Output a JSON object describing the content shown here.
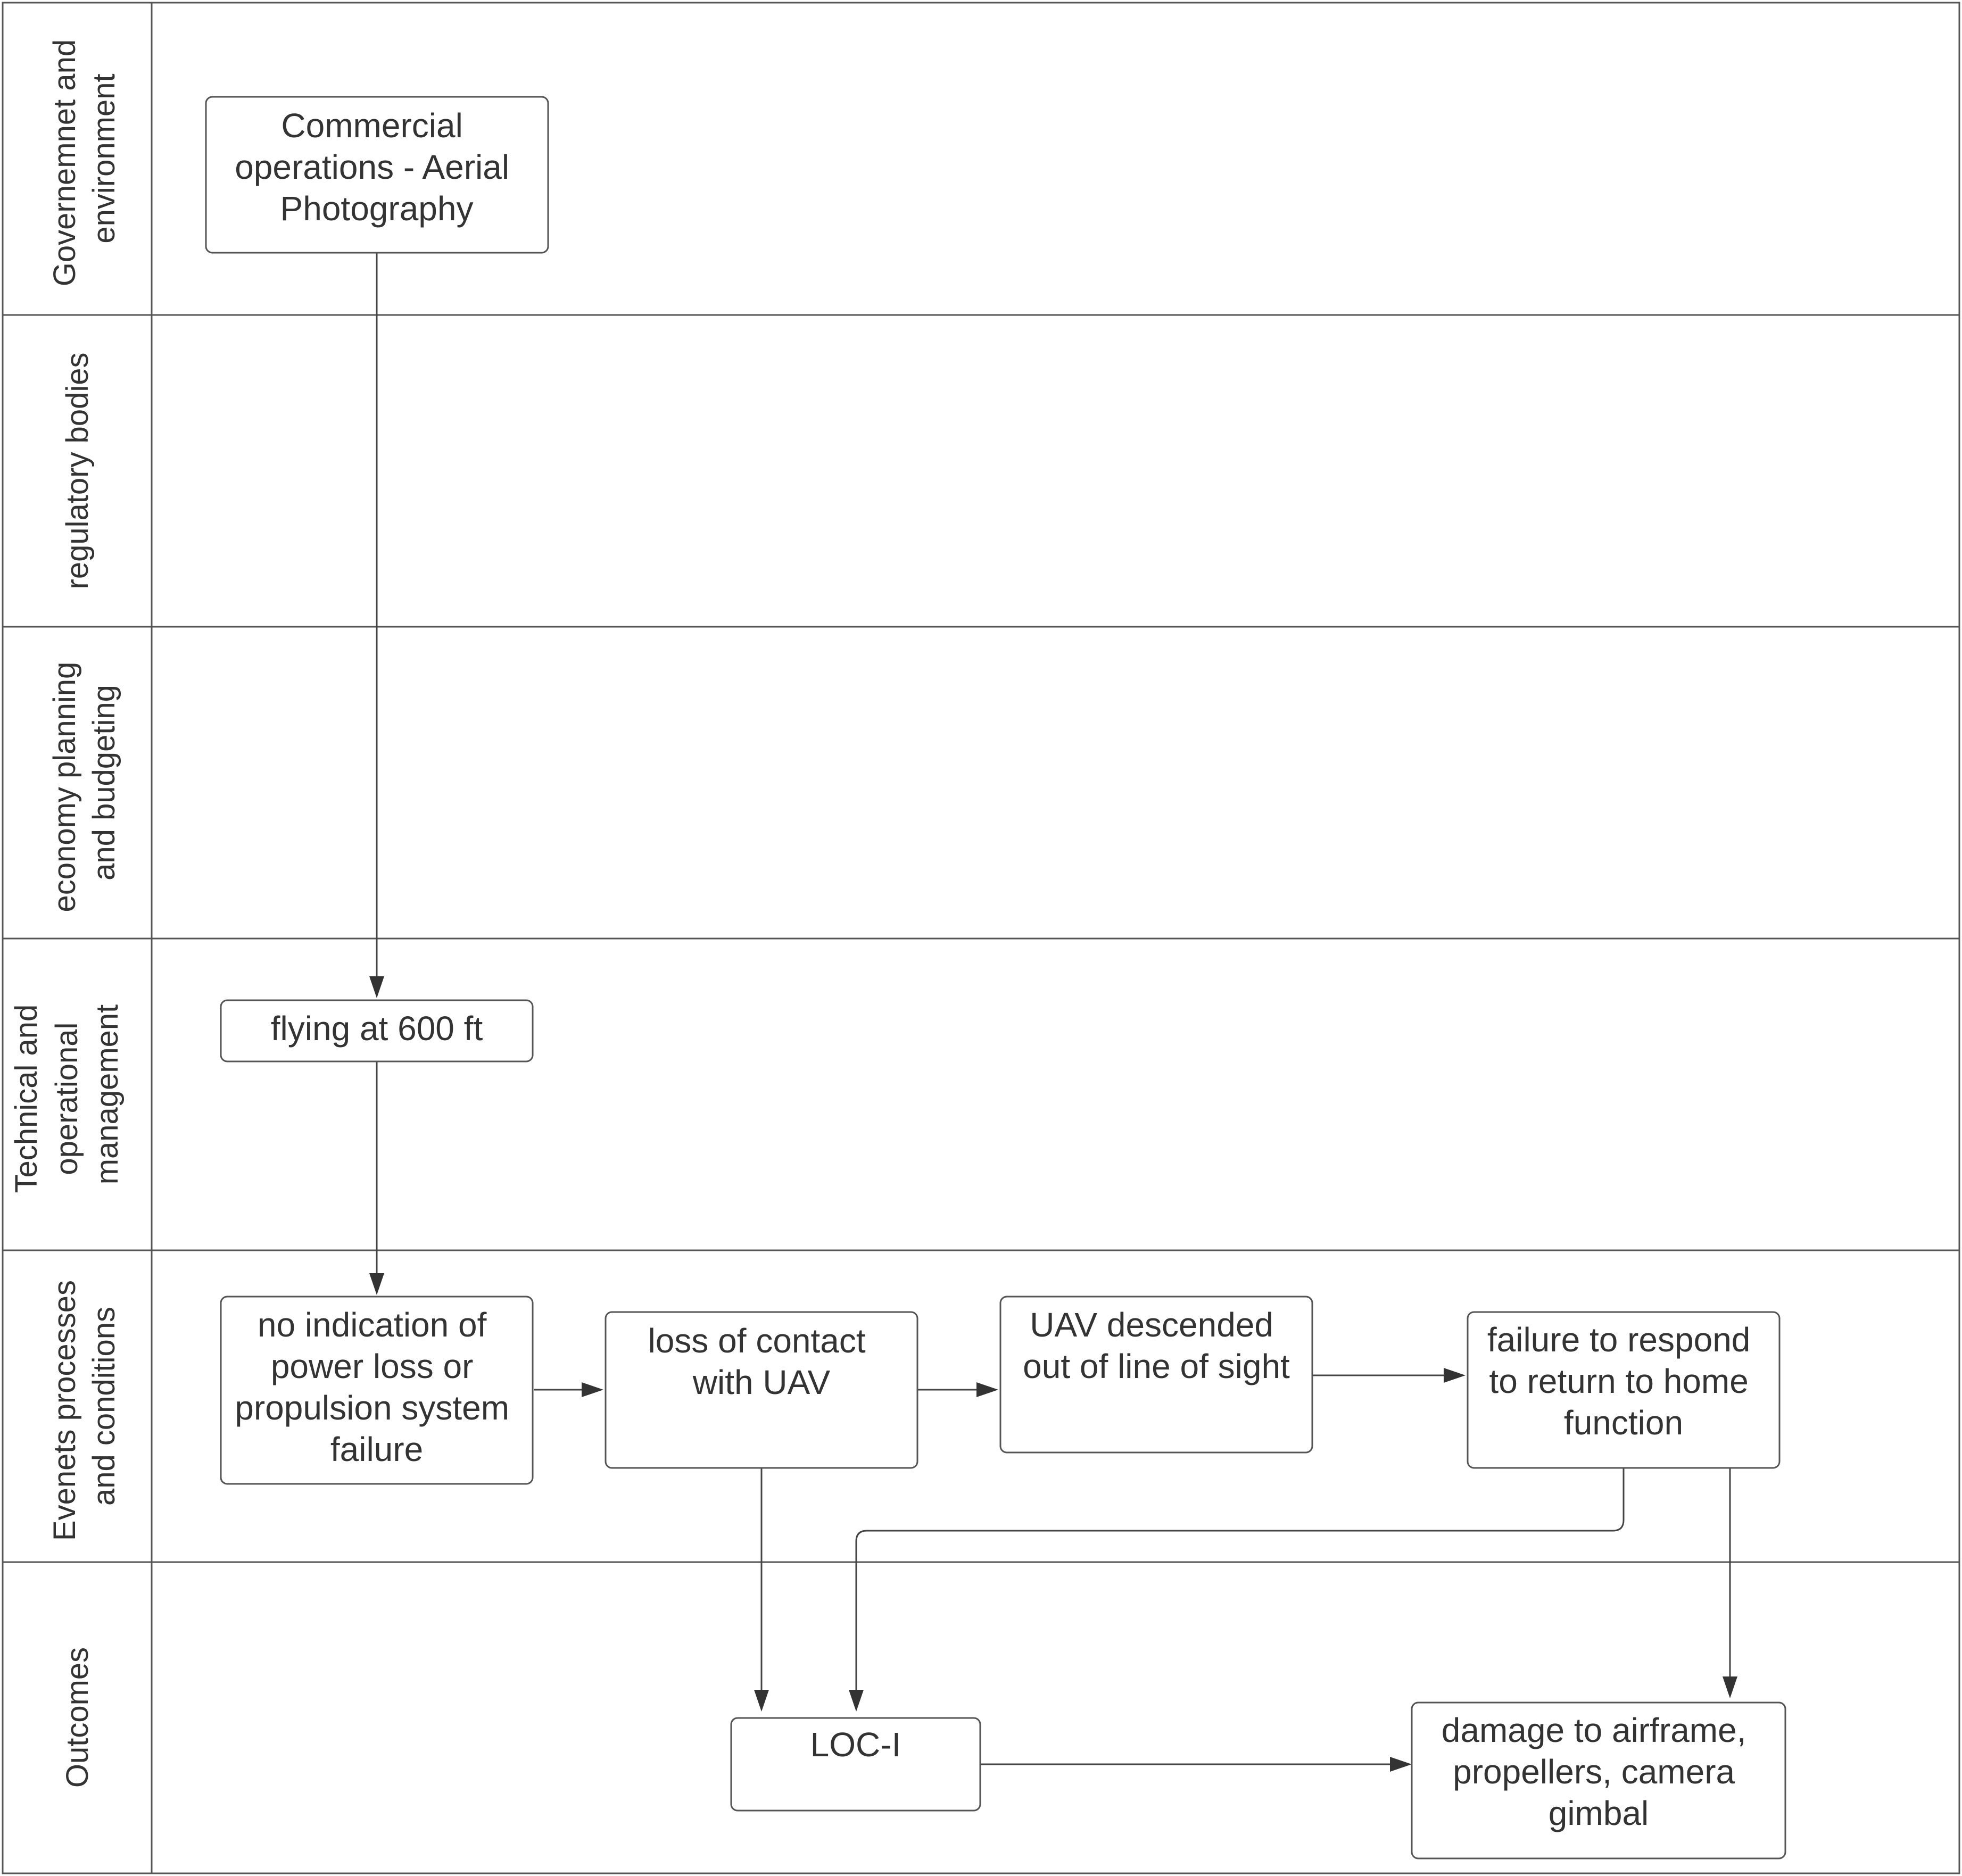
{
  "swimlanes": [
    {
      "id": "gov",
      "label_lines": [
        "Governemnet and",
        "environment"
      ]
    },
    {
      "id": "reg",
      "label_lines": [
        "regulatory bodies"
      ]
    },
    {
      "id": "econ",
      "label_lines": [
        "economy planning",
        "and budgeting"
      ]
    },
    {
      "id": "tech",
      "label_lines": [
        "Technical and",
        "operational",
        "management"
      ]
    },
    {
      "id": "events",
      "label_lines": [
        "Evenets processes",
        "and conditions"
      ]
    },
    {
      "id": "outcomes",
      "label_lines": [
        "Outcomes"
      ]
    }
  ],
  "nodes": [
    {
      "id": "commercial",
      "lines": [
        "Commercial",
        "operations - Aerial",
        "Photography"
      ]
    },
    {
      "id": "flying",
      "lines": [
        "flying at 600 ft"
      ]
    },
    {
      "id": "no_indication",
      "lines": [
        "no indication of",
        "power loss or",
        "propulsion system",
        "failure"
      ]
    },
    {
      "id": "loss_contact",
      "lines": [
        "loss of contact",
        "with UAV"
      ]
    },
    {
      "id": "descended",
      "lines": [
        "UAV descended",
        "out of line of sight"
      ]
    },
    {
      "id": "failure_rth",
      "lines": [
        "failure to respond",
        "to return to home",
        "function"
      ]
    },
    {
      "id": "loci",
      "lines": [
        "LOC-I"
      ]
    },
    {
      "id": "damage",
      "lines": [
        "damage to airframe,",
        "propellers, camera",
        "gimbal"
      ]
    }
  ],
  "edges": [
    {
      "from": "commercial",
      "to": "flying"
    },
    {
      "from": "flying",
      "to": "no_indication"
    },
    {
      "from": "no_indication",
      "to": "loss_contact"
    },
    {
      "from": "loss_contact",
      "to": "descended"
    },
    {
      "from": "descended",
      "to": "failure_rth"
    },
    {
      "from": "loss_contact",
      "to": "loci"
    },
    {
      "from": "failure_rth",
      "to": "loci"
    },
    {
      "from": "failure_rth",
      "to": "damage"
    },
    {
      "from": "loci",
      "to": "damage"
    }
  ]
}
